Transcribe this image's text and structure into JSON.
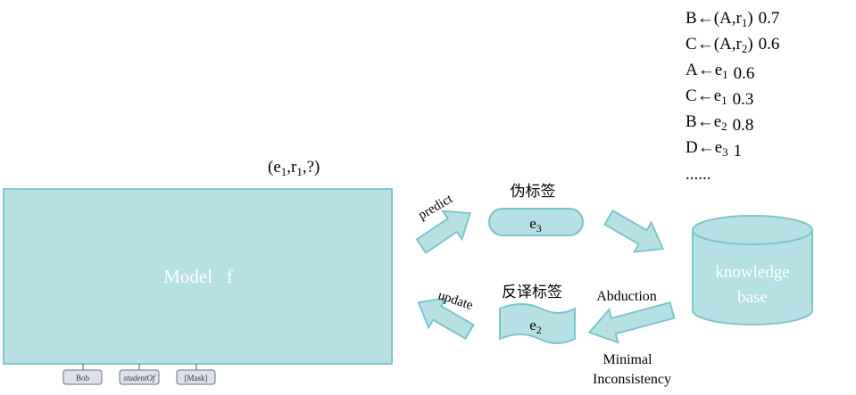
{
  "query": {
    "base": "(e",
    "s1": "1",
    "mid": ",r",
    "s2": "1",
    "tail": ",?)"
  },
  "model": {
    "label": "Model   f"
  },
  "tokens": [
    {
      "label": "Bob",
      "italic": false
    },
    {
      "label": "studentOf",
      "italic": true
    },
    {
      "label": "[Mask]",
      "italic": false
    }
  ],
  "predict_label": "predict",
  "update_label": "update",
  "pseudo_label": {
    "title": "伪标签",
    "entity": "e",
    "sub": "3"
  },
  "back_label": {
    "title": "反译标签",
    "entity": "e",
    "sub": "2"
  },
  "knowledge_base": {
    "line1": "knowledge",
    "line2": "base"
  },
  "abduction_label": "Abduction",
  "minimal_label": {
    "line1": "Minimal",
    "line2": "Inconsistency"
  },
  "rules": [
    {
      "head": "B",
      "arrow": "←",
      "body": "(A,r",
      "sub": "1",
      "after": ")",
      "score": "0.7"
    },
    {
      "head": "C",
      "arrow": "←",
      "body": "(A,r",
      "sub": "2",
      "after": ")",
      "score": "0.6"
    },
    {
      "head": "A",
      "arrow": "←",
      "body": "e",
      "sub": "1",
      "after": "",
      "score": "0.6"
    },
    {
      "head": "C",
      "arrow": "←",
      "body": "e",
      "sub": "1",
      "after": "",
      "score": "0.3"
    },
    {
      "head": "B",
      "arrow": "←",
      "body": "e",
      "sub": "2",
      "after": "",
      "score": "0.8"
    },
    {
      "head": "D",
      "arrow": "←",
      "body": "e",
      "sub": "3",
      "after": "",
      "score": "1"
    }
  ],
  "ellipsis": "......",
  "colors": {
    "fill": "#b7e0e4",
    "stroke": "#7cc4cb",
    "text_light": "#ffffff",
    "text_dark": "#000000"
  }
}
